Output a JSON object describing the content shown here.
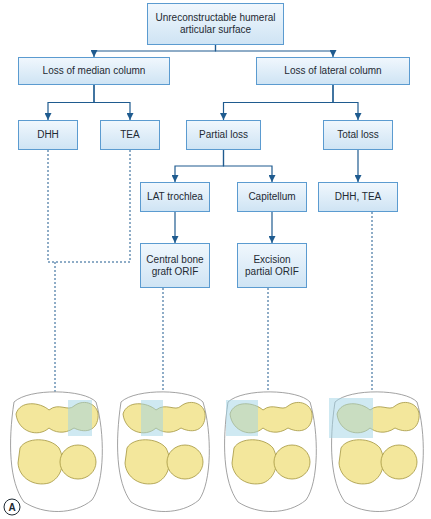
{
  "diagram": {
    "nodes": [
      {
        "text": [
          "Unreconstructable humeral articular surface"
        ]
      },
      {
        "text": [
          "Loss of median column"
        ]
      },
      {
        "text": [
          "Loss of lateral column"
        ]
      },
      {
        "text": [
          "DHH"
        ]
      },
      {
        "text": [
          "TEA"
        ]
      },
      {
        "text": [
          "Partial loss"
        ]
      },
      {
        "text": [
          "Total loss"
        ]
      },
      {
        "text": [
          "LAT trochlea"
        ]
      },
      {
        "text": [
          "Capitellum"
        ]
      },
      {
        "text": [
          "DHH, TEA"
        ]
      },
      {
        "text": [
          "Central bone graft ORIF"
        ]
      },
      {
        "text": [
          "Excision partial ORIF"
        ]
      }
    ],
    "edges": [
      {
        "from": 0,
        "to": 1,
        "arrow": "to"
      },
      {
        "from": 0,
        "to": 2,
        "arrow": "to"
      },
      {
        "from": 1,
        "to": 3,
        "arrow": "to"
      },
      {
        "from": 1,
        "to": 4,
        "arrow": "to"
      },
      {
        "from": 2,
        "to": 5,
        "arrow": "to"
      },
      {
        "from": 2,
        "to": 6,
        "arrow": "to"
      },
      {
        "from": 5,
        "to": 7,
        "arrow": "to"
      },
      {
        "from": 5,
        "to": 8,
        "arrow": "to"
      },
      {
        "from": 7,
        "to": 10,
        "arrow": "to"
      },
      {
        "from": 8,
        "to": 11,
        "arrow": "to"
      },
      {
        "from": 6,
        "to": 9,
        "arrow": "to"
      }
    ],
    "labels": [
      "A"
    ]
  }
}
